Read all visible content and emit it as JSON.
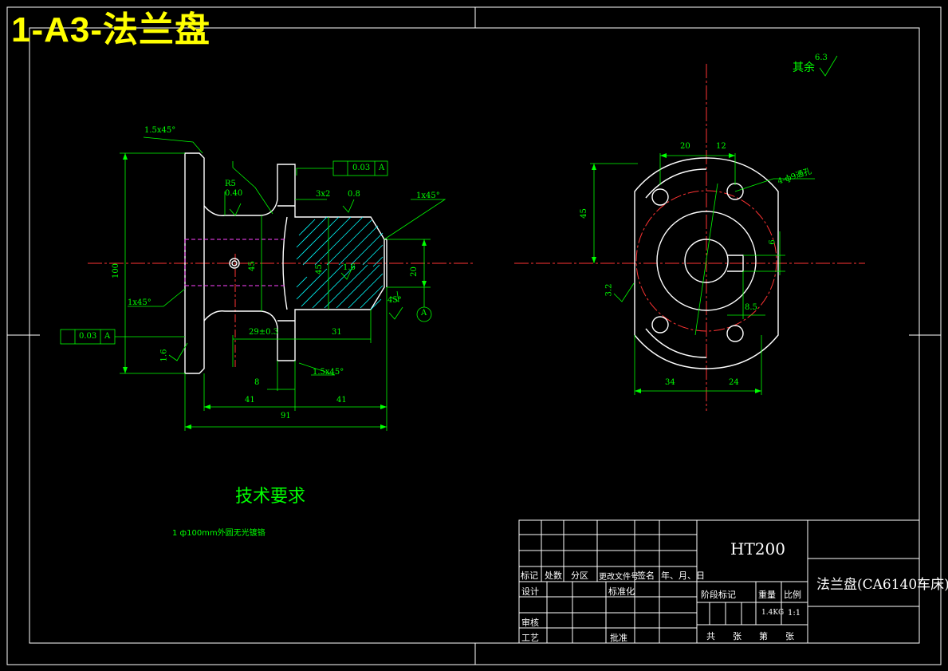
{
  "sheet_title": "1-A3-法兰盘",
  "surface_roughness_note": {
    "label": "其余",
    "value": "6.3"
  },
  "technical_requirements": {
    "title": "技术要求",
    "items": [
      "1 ф100mm外圆无光镀铬"
    ]
  },
  "left_view": {
    "chamfers": [
      "1.5x45°",
      "1x45°",
      "1x45°",
      "1.5x45°",
      "45°"
    ],
    "radius": "R5",
    "roughness": [
      "0.40",
      "0.8",
      "1.6",
      "1.6"
    ],
    "dims": {
      "d100": "100",
      "d45": "45",
      "d45b": "45",
      "d20": "20",
      "len_3x2": "3x2",
      "len_29": "29±0.3",
      "len_31": "31",
      "len_8": "8",
      "len_41a": "41",
      "len_41b": "41",
      "len_91": "91"
    },
    "tolerance_frame_top": [
      "0.03",
      "A"
    ],
    "tolerance_frame_left": [
      "0.03",
      "A"
    ],
    "datum": "A"
  },
  "right_view": {
    "dims": {
      "w20": "20",
      "w12": "12",
      "h45": "45",
      "w34": "34",
      "w24": "24",
      "d6": "6",
      "l8_5": "8.5",
      "hole_spec": "4-ф9通孔",
      "rough_3_2": "3.2"
    }
  },
  "title_block": {
    "material": "HT200",
    "part_name": "法兰盘(CA6140车床)",
    "weight": "1.4KG",
    "scale": "1:1",
    "headers": {
      "mark": "标记",
      "count": "处数",
      "zone": "分区",
      "doc_no": "更改文件号",
      "sign": "签名",
      "date": "年、月、日",
      "design": "设计",
      "standard": "标准化",
      "stage_mark": "阶段标记",
      "weight_label": "重量",
      "scale_label": "比例",
      "review": "审核",
      "process": "工艺",
      "approve": "批准",
      "sheets": "共　　张　　第　　张"
    }
  }
}
